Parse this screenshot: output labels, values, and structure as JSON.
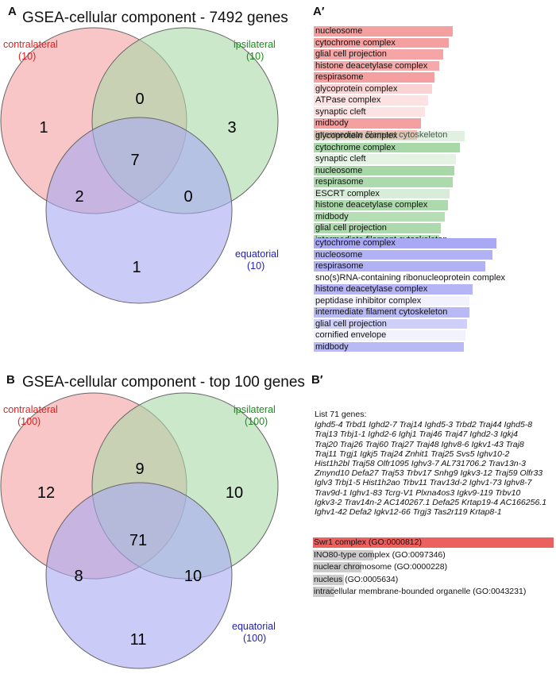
{
  "panels": {
    "a_letter": "A",
    "a_prime_letter": "A′",
    "b_letter": "B",
    "b_prime_letter": "B′"
  },
  "venn_a": {
    "title": "GSEA-cellular component - 7492 genes",
    "sets": {
      "contralateral": {
        "name": "contralateral",
        "count": "(10)",
        "color": "#e02020",
        "fill": "#f4a0a0"
      },
      "ipsilateral": {
        "name": "ipsilateral",
        "count": "(10)",
        "color": "#1a8a1a",
        "fill": "#a8d8a8"
      },
      "equatorial": {
        "name": "equatorial",
        "count": "(10)",
        "color": "#2020c0",
        "fill": "#a8a8f4"
      }
    },
    "regions": {
      "contra_only": "1",
      "ipsi_only": "3",
      "equat_only": "1",
      "contra_ipsi": "0",
      "contra_equat": "2",
      "ipsi_equat": "0",
      "all": "7"
    }
  },
  "venn_b": {
    "title": "GSEA-cellular component - top 100 genes",
    "sets": {
      "contralateral": {
        "name": "contralateral",
        "count": "(100)",
        "color": "#e02020",
        "fill": "#f4a0a0"
      },
      "ipsilateral": {
        "name": "ipsilateral",
        "count": "(100)",
        "color": "#1a8a1a",
        "fill": "#a8d8a8"
      },
      "equatorial": {
        "name": "equatorial",
        "count": "(100)",
        "color": "#2020c0",
        "fill": "#a8a8f4"
      }
    },
    "regions": {
      "contra_only": "12",
      "ipsi_only": "10",
      "equat_only": "11",
      "contra_ipsi": "9",
      "contra_equat": "8",
      "ipsi_equat": "10",
      "all": "71"
    }
  },
  "chart_data": [
    {
      "type": "bar",
      "series_color": "#f4a0a0",
      "categories": [
        "nucleosome",
        "cytochrome complex",
        "glial cell projection",
        "histone deacetylase complex",
        "respirasome",
        "glycoprotein complex",
        "ATPase complex",
        "synaptic cleft",
        "midbody",
        "intermediate filament cytoskeleton"
      ],
      "values": [
        1.0,
        0.97,
        0.93,
        0.9,
        0.87,
        0.85,
        0.82,
        0.8,
        0.77,
        0.74
      ],
      "opacity": [
        1.0,
        1.0,
        0.95,
        0.9,
        1.0,
        0.45,
        0.3,
        0.3,
        1.0,
        0.7
      ]
    },
    {
      "type": "bar",
      "series_color": "#a8d8a8",
      "categories": [
        "glycoprotein complex",
        "cytochrome complex",
        "synaptic cleft",
        "nucleosome",
        "respirasome",
        "ESCRT complex",
        "histone deacetylase complex",
        "midbody",
        "glial cell projection",
        "intermediate filament cytoskeleton"
      ],
      "values": [
        1.0,
        0.97,
        0.94,
        0.93,
        0.92,
        0.9,
        0.89,
        0.87,
        0.84,
        0.83
      ],
      "opacity": [
        0.35,
        1.0,
        0.3,
        1.0,
        0.95,
        0.45,
        0.95,
        0.85,
        0.95,
        0.9
      ]
    },
    {
      "type": "bar",
      "series_color": "#a8a8f4",
      "categories": [
        "cytochrome complex",
        "nucleosome",
        "respirasome",
        "sno(s)RNA-containing ribonucleoprotein complex",
        "histone deacetylase complex",
        "peptidase inhibitor complex",
        "intermediate filament cytoskeleton",
        "glial cell projection",
        "cornified envelope",
        "midbody"
      ],
      "values": [
        1.0,
        0.98,
        0.94,
        0.9,
        0.87,
        0.85,
        0.85,
        0.84,
        0.83,
        0.82
      ],
      "opacity": [
        1.0,
        0.9,
        0.9,
        0.0,
        0.85,
        0.15,
        0.8,
        0.55,
        0.15,
        0.8
      ]
    },
    {
      "type": "bar",
      "series_color": "#ec6060",
      "categories": [
        "Swr1 complex (GO:0000812)",
        "INO80-type complex (GO:0097346)",
        "nuclear chromosome (GO:0000228)",
        "nucleus (GO:0005634)",
        "intracellular membrane-bounded organelle (GO:0043231)"
      ],
      "values": [
        1.0,
        0.25,
        0.2,
        0.13,
        0.09
      ],
      "fills": [
        "#ec6060",
        "#cccccc",
        "#cccccc",
        "#cccccc",
        "#cccccc"
      ]
    }
  ],
  "genes": {
    "header": "List 71 genes:",
    "lines": [
      "Ighd5-4  Trbd1  Ighd2-7  Traj14  Ighd5-3  Trbd2  Traj44  Ighd5-8",
      "Traj13  Trbj1-1  Ighd2-6  Ighj1  Traj46  Traj47  Ighd2-3  Igkj4",
      "Traj20  Traj26  Traj60  Traj27  Traj48  Ighv8-6  Igkv1-43  Traj8",
      "Traj11  Trgj1  Igkj5  Traj24  Znhit1  Traj25  Svs5  Ighv10-2",
      "Hist1h2bl  Traj58  Olfr1095  Ighv3-7  AL731706.2  Trav13n-3",
      "Zmynd10  Defa27  Traj53  Trbv17  Snhg9  Igkv3-12  Traj59  Olfr33",
      "Iglv3  Trbj1-5  Hist1h2ao  Trbv11  Trav13d-2  Ighv1-73  Ighv8-7",
      "Trav9d-1  Ighv1-83  Tcrg-V1  Plxna4os3  Igkv9-119  Trbv10",
      "Igkv3-2  Trav14n-2  AC140267.1  Defa25  Krtap19-4  AC166256.1",
      "Ighv1-42  Defa2  Igkv12-66  Trgj3  Tas2r119  Krtap8-1"
    ]
  }
}
